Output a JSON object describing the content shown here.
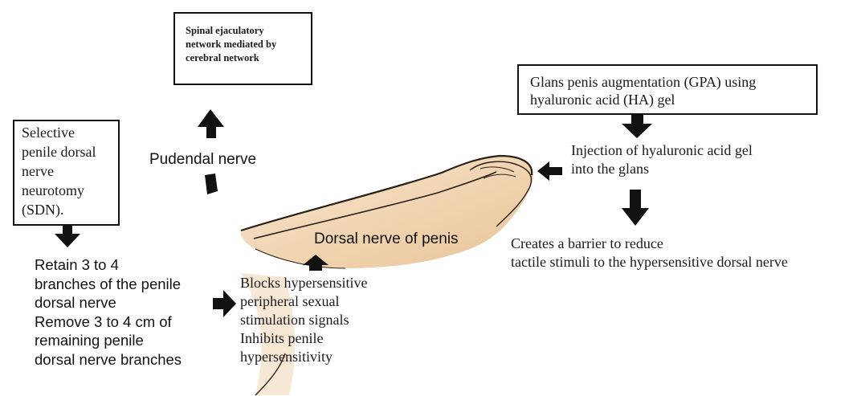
{
  "spinal_box": {
    "lines": [
      "Spinal ejaculatory",
      "network mediated by",
      "cerebral network"
    ]
  },
  "sdn_box": {
    "lines": [
      "Selective",
      "penile dorsal",
      "nerve",
      "neurotomy",
      "(SDN)."
    ]
  },
  "gpa_box": {
    "lines": [
      "Glans penis augmentation (GPA) using",
      "hyaluronic acid (HA) gel"
    ]
  },
  "pudendal_label": "Pudendal nerve",
  "dorsal_label": "Dorsal nerve of penis",
  "sdn_steps": {
    "lines": [
      "Retain 3 to 4",
      "branches of the penile",
      "dorsal nerve",
      "Remove 3 to 4 cm of",
      "remaining penile",
      "dorsal nerve branches"
    ]
  },
  "sdn_effects": {
    "lines": [
      "Blocks hypersensitive",
      "peripheral sexual",
      "stimulation signals",
      "Inhibits penile",
      "hypersensitivity"
    ]
  },
  "injection": {
    "lines": [
      "Injection of hyaluronic acid gel",
      "into the glans"
    ]
  },
  "barrier": {
    "lines": [
      "Creates a barrier to reduce",
      "tactile stimuli to the hypersensitive dorsal nerve"
    ]
  },
  "colors": {
    "arrow": "#111111",
    "illustration_fill": "#f3dcc0",
    "illustration_stroke": "#2a1f16"
  }
}
